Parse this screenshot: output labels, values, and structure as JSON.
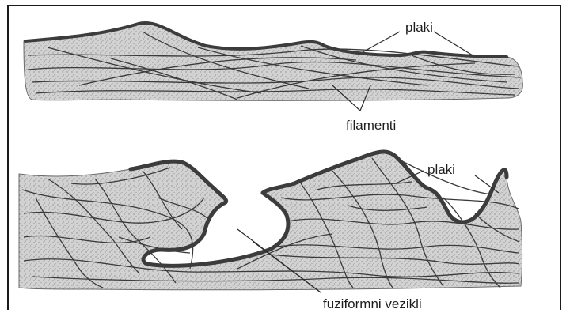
{
  "figure": {
    "labels": {
      "plaki_top": "plaki",
      "filamenti": "filamenti",
      "plaki_bottom": "plaki",
      "fuziformni_vezikli": "fuziformni vezikli"
    },
    "colors": {
      "tissue_fill": "#c9c9c9",
      "filament_stroke": "#3a3a3a",
      "plaque_stroke": "#2f2f2f",
      "frame": "#1a1a1a",
      "text": "#1e1e1e"
    }
  }
}
